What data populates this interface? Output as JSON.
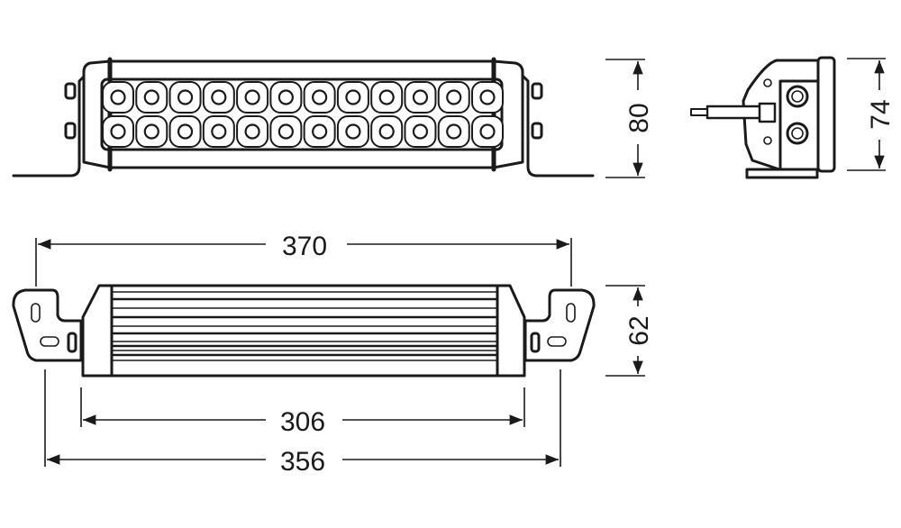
{
  "dimensions": {
    "front_height": "80",
    "side_height": "74",
    "overall_width": "370",
    "bottom_depth": "62",
    "body_length": "306",
    "bracket_span": "356"
  },
  "led_grid": {
    "columns": 12,
    "rows": 2
  },
  "colors": {
    "line": "#1a1a1a",
    "background": "#ffffff"
  }
}
